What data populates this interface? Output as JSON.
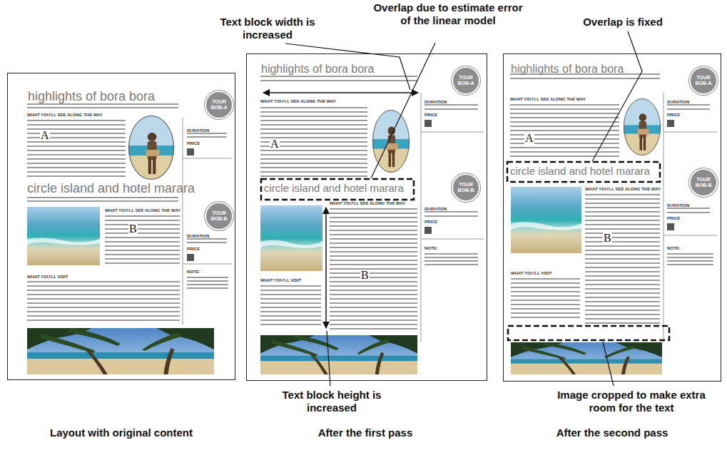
{
  "diagram": {
    "nodes": [
      {
        "text": [
          "highlights of bora bora"
        ]
      },
      {
        "text": [
          "TOUR BOB-A"
        ],
        "in": 0
      },
      {
        "text": [
          "TOUR BOB-B"
        ],
        "in": 0
      },
      {
        "text": [
          "highlights of bora bora"
        ]
      },
      {
        "text": [
          "TOUR BOB-A"
        ],
        "in": 3
      },
      {
        "text": [
          "TOUR BOB-B"
        ],
        "in": 3
      },
      {
        "text": [
          "highlights of bora bora"
        ]
      },
      {
        "text": [
          "TOUR BOB-A"
        ],
        "in": 6
      },
      {
        "text": [
          "TOUR BOB-B"
        ],
        "in": 6
      }
    ],
    "labels": [
      "WHAT YOU'LL SEE ALONG THE WAY",
      "A",
      "circle island and hotel marara",
      "WHAT YOU'LL SEE ALONG THE WAY",
      "B",
      "WHAT YOU'LL VISIT",
      "DURATION",
      "PRICE",
      "DURATION",
      "PRICE",
      "NOTE:",
      "WHAT YOU'LL SEE ALONG THE WAY",
      "A",
      "circle island and hotel marara",
      "WHAT YOU'LL SEE ALONG THE WAY",
      "B",
      "WHAT YOU'LL VISIT",
      "DURATION",
      "PRICE",
      "DURATION",
      "PRICE",
      "NOTE:",
      "WHAT YOU'LL SEE ALONG THE WAY",
      "A",
      "circle island and hotel marara",
      "WHAT YOU'LL SEE ALONG THE WAY",
      "B",
      "WHAT YOU'LL VISIT",
      "DURATION",
      "PRICE",
      "DURATION",
      "PRICE",
      "NOTE:",
      "Text block width is increased",
      "Overlap due to estimate error of the linear model",
      "Overlap is fixed",
      "Text block height is increased",
      "Image cropped to make extra room for the text",
      "Layout with original content",
      "After the first pass",
      "After the second pass"
    ]
  }
}
